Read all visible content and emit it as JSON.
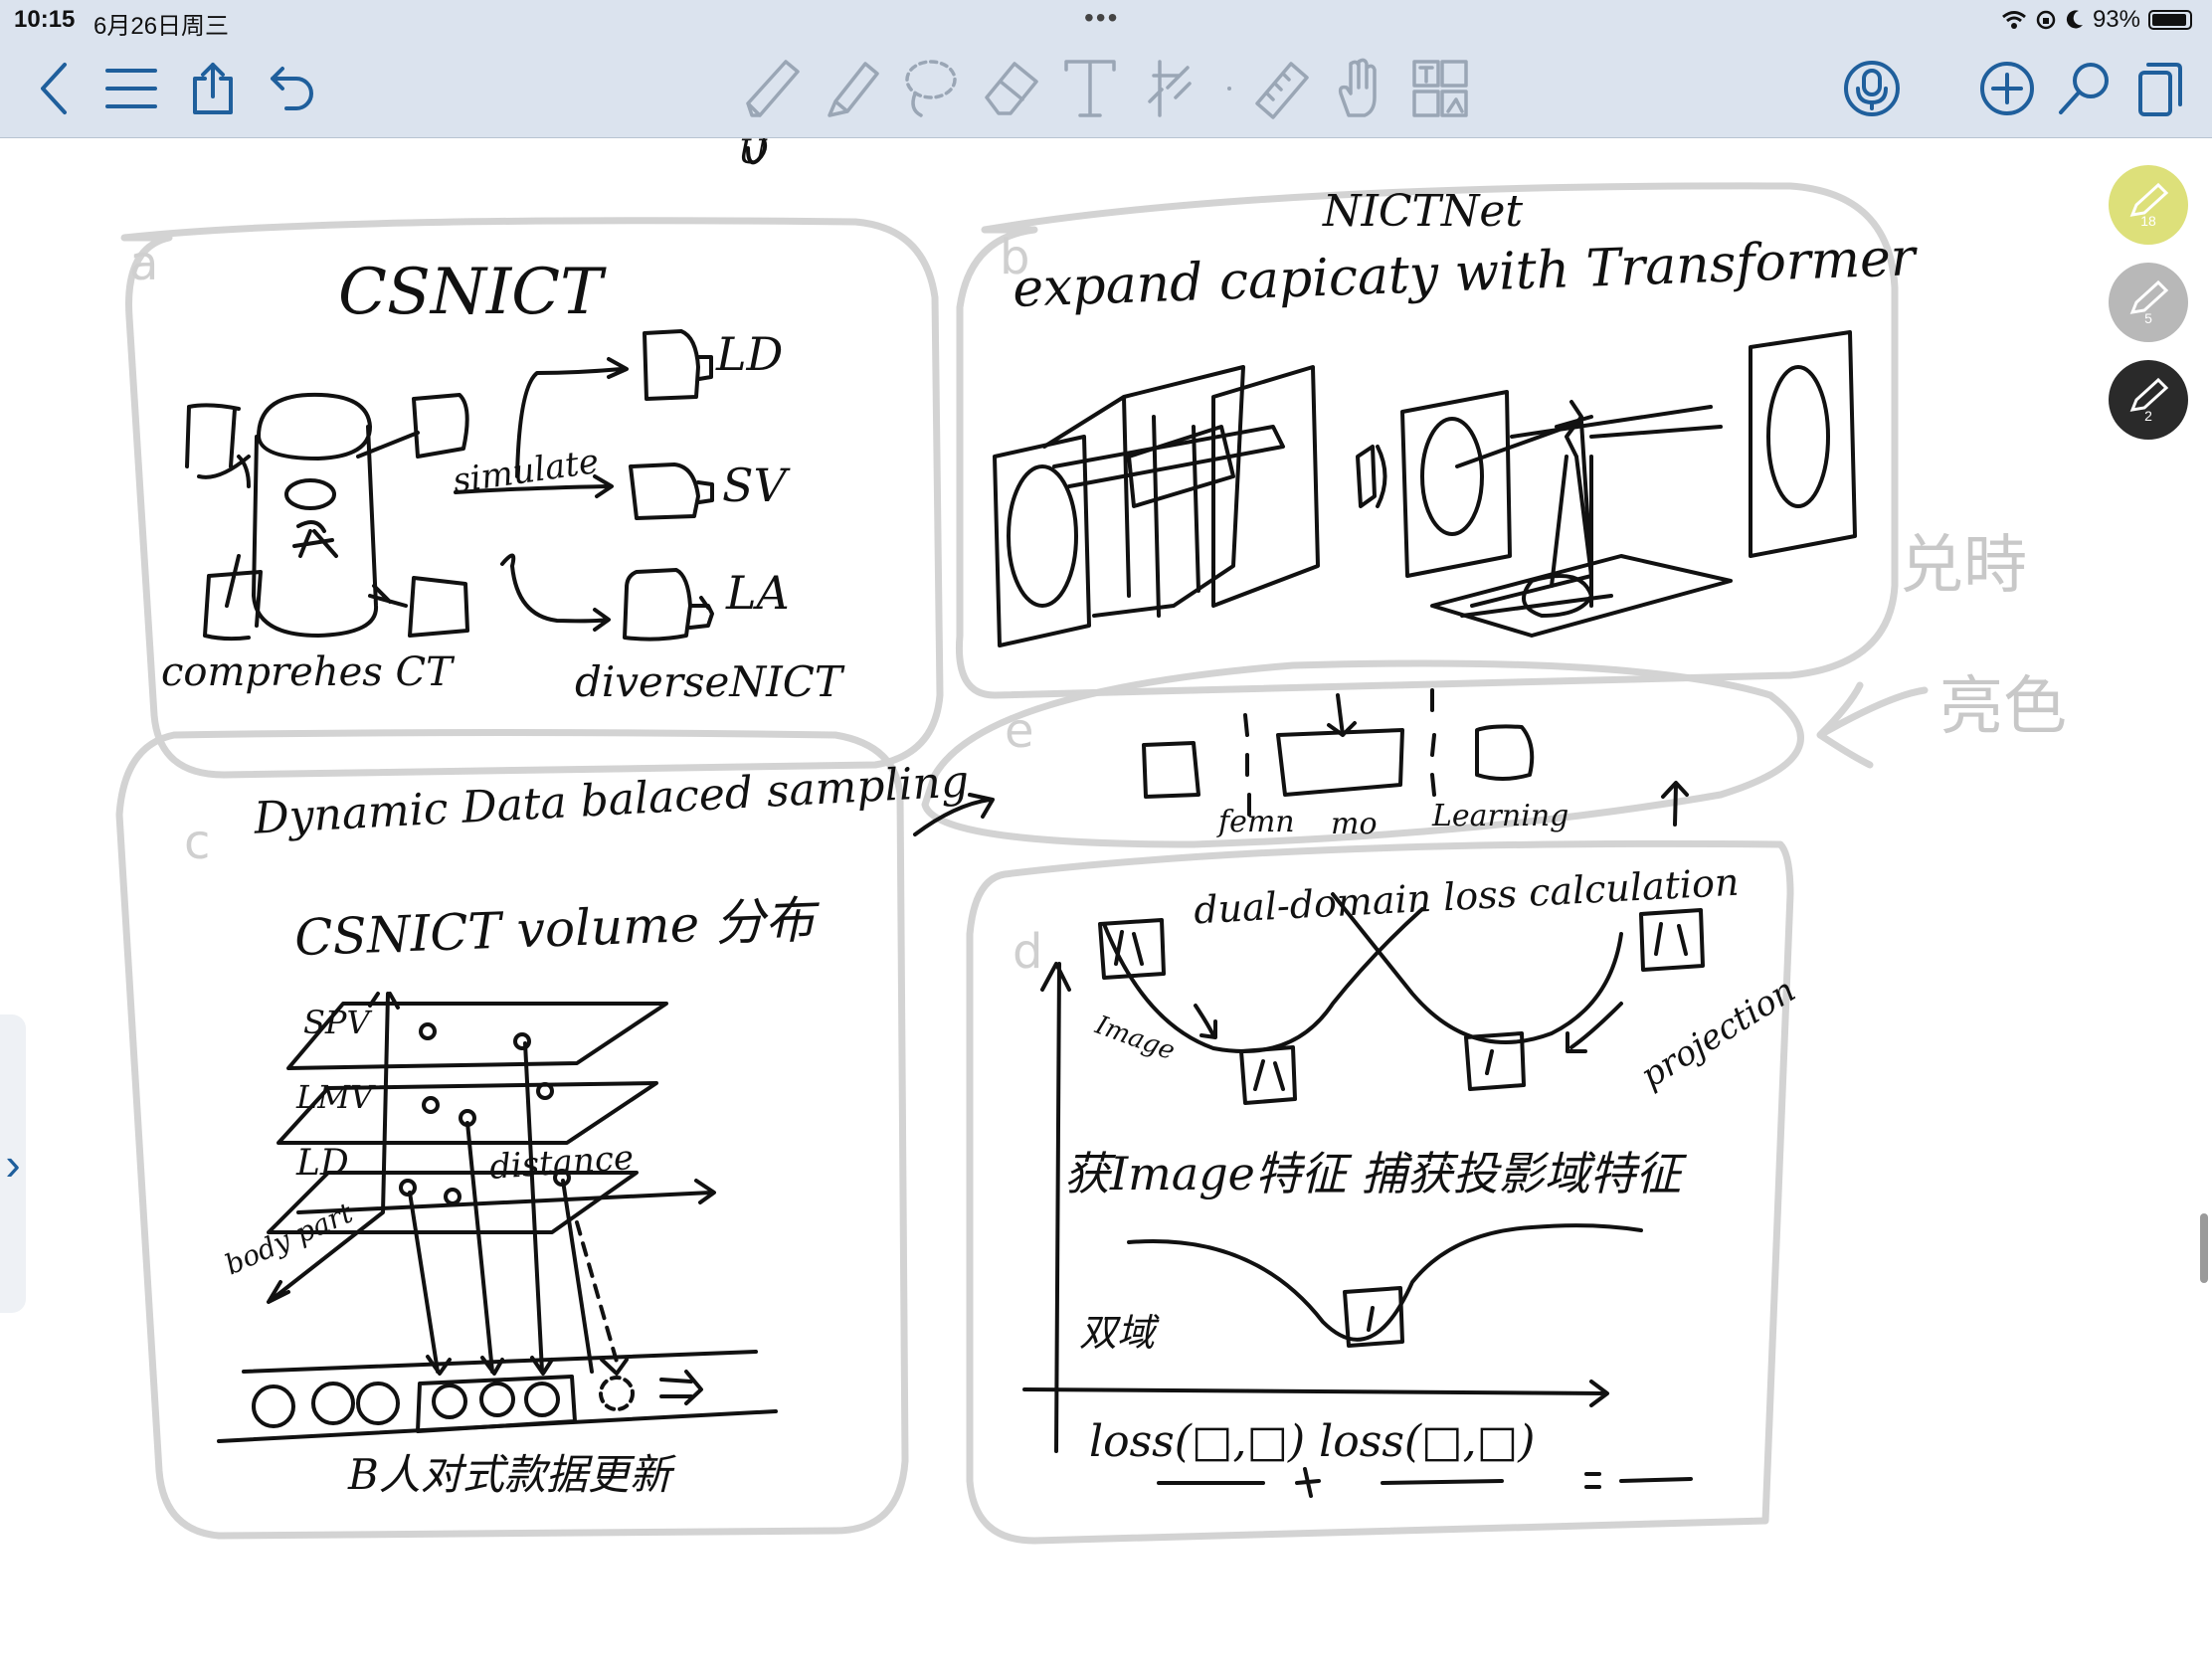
{
  "status_bar": {
    "time": "10:15",
    "date": "6月26日周三",
    "battery": "93%",
    "dots": "•••"
  },
  "toolbar": {
    "left_icons": [
      "back-chevron-icon",
      "menu-icon",
      "share-icon",
      "undo-icon"
    ],
    "tools": [
      "pencil-icon",
      "highlighter-icon",
      "lasso-icon",
      "eraser-icon",
      "text-icon",
      "element-icon",
      "ruler-icon",
      "hand-icon",
      "image-text-icon"
    ],
    "right_icons": [
      "microphone-icon",
      "add-page-icon",
      "search-icon",
      "pages-icon"
    ]
  },
  "pen_palette": [
    {
      "name": "highlighter",
      "number": "18",
      "color": "#dde07a"
    },
    {
      "name": "pencil",
      "number": "5",
      "color": "#b8b8b8"
    },
    {
      "name": "pen",
      "number": "2",
      "color": "#2a2a2a"
    }
  ],
  "notes": {
    "top_fragment": "U",
    "panel_a": {
      "letter": "a",
      "title": "CSNICT",
      "label_simulate": "simulate",
      "label_ld": "LD",
      "label_sv": "SV",
      "label_la": "LA",
      "label_comprehensive": "comprehes CT",
      "label_diverse": "diverseNICT"
    },
    "panel_b": {
      "letter": "b",
      "title_top": "NICTNet",
      "title": "expand capicaty with Transformer"
    },
    "panel_e": {
      "letter": "e",
      "label_1": "femn",
      "label_2": "mo",
      "label_3": "Learning"
    },
    "panel_c": {
      "letter": "c",
      "title": "Dynamic Data balaced sampling",
      "subtitle": "CSNICT volume 分布",
      "axis_spv": "SPV",
      "axis_lmv": "LMV",
      "axis_ld": "LD",
      "axis_body": "body part",
      "axis_distance": "distance",
      "bottom_label": "B人对式款据更新"
    },
    "panel_d": {
      "letter": "d",
      "title": "dual-domain loss calculation",
      "label_image": "Image",
      "label_projection": "projection",
      "feature_line": "获Image特征 捕获投影域特征",
      "label_dual": "双域",
      "loss_formula": "loss(□,□)  loss(□,□)",
      "plus": "+",
      "equals": "="
    },
    "side_note_1": "兑時",
    "side_note_2": "亮色"
  }
}
